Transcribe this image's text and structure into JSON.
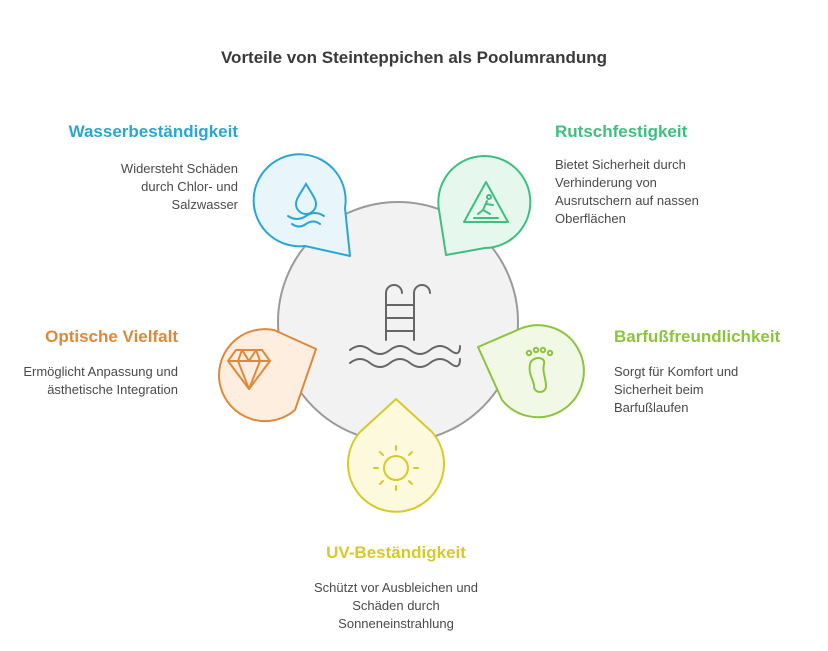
{
  "title": "Vorteile von Steinteppichen als Poolumrandung",
  "benefits": [
    {
      "heading": "Wasserbeständigkeit",
      "desc": "Widersteht Schäden durch Chlor- und Salzwasser",
      "color": "#2aa6d6",
      "fill": "#e8f6fc",
      "icon": "water-drop-icon"
    },
    {
      "heading": "Rutschfestigkeit",
      "desc": "Bietet Sicherheit durch Verhinderung von Ausrutschern auf nassen Oberflächen",
      "color": "#3fbf7f",
      "fill": "#e6f8ee",
      "icon": "slip-warning-icon"
    },
    {
      "heading": "Barfußfreundlichkeit",
      "desc": "Sorgt für Komfort und Sicherheit beim Barfußlaufen",
      "color": "#8cc43e",
      "fill": "#f1f9e6",
      "icon": "footprint-icon"
    },
    {
      "heading": "UV-Beständigkeit",
      "desc": "Schützt vor Ausbleichen und Schäden durch Sonneneinstrahlung",
      "color": "#d8c92a",
      "fill": "#fcf9dc",
      "icon": "sun-icon"
    },
    {
      "heading": "Optische Vielfalt",
      "desc": "Ermöglicht Anpassung und ästhetische Integration",
      "color": "#e0883a",
      "fill": "#fdeee0",
      "icon": "diamond-icon"
    }
  ],
  "center_icon": "pool-ladder-icon"
}
